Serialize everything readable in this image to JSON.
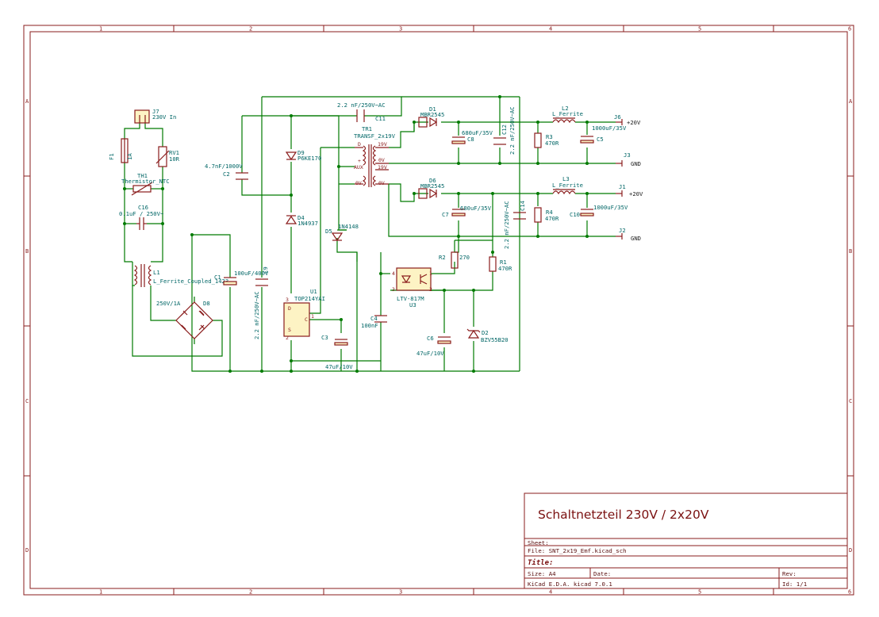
{
  "sheet": {
    "col_labels": [
      "1",
      "2",
      "3",
      "4",
      "5",
      "6"
    ],
    "row_labels": [
      "A",
      "B",
      "C",
      "D"
    ],
    "colors": {
      "frame": "#8a1c1c",
      "wire": "#007a00",
      "text": "#006666"
    }
  },
  "title_block": {
    "title": "Schaltnetzteil 230V / 2x20V",
    "sheet_label": "Sheet:",
    "file_label": "File: SNT_2x19_Emf.kicad_sch",
    "title_label": "Title:",
    "size_label": "Size: A4",
    "date_label": "Date:",
    "rev_label": "Rev:",
    "tool": "KiCad E.D.A.  kicad 7.0.1",
    "id_label": "Id: 1/1"
  },
  "components": {
    "J7": {
      "ref": "J7",
      "value": "230V In"
    },
    "F1": {
      "ref": "F1",
      "value": "1A"
    },
    "RV1": {
      "ref": "RV1",
      "value": "10R"
    },
    "TH1": {
      "ref": "TH1",
      "value": "Thermistor_NTC"
    },
    "C16": {
      "ref": "C16",
      "value": "0.1uF / 250V~"
    },
    "L1": {
      "ref": "L1",
      "value": "L_Ferrite_Coupled_1423"
    },
    "D8": {
      "ref": "D8",
      "value": "250V/1A"
    },
    "C1": {
      "ref": "C1",
      "value": "100uF/400V"
    },
    "C2": {
      "ref": "C2",
      "value": "4.7nF/1000V"
    },
    "C9": {
      "ref": "C9",
      "value": "2.2 nF/250V~AC"
    },
    "C11": {
      "ref": "C11",
      "value": "2.2 nF/250V~AC"
    },
    "D9": {
      "ref": "D9",
      "value": "P6KE170"
    },
    "D4": {
      "ref": "D4",
      "value": "1N4937"
    },
    "D5": {
      "ref": "D5",
      "value": "1N4148"
    },
    "TR1": {
      "ref": "TR1",
      "value": "TRANSF_2x19V"
    },
    "U1": {
      "ref": "U1",
      "value": "TOP214YAI"
    },
    "C3": {
      "ref": "C3",
      "value": "47uF/10V"
    },
    "C4": {
      "ref": "C4",
      "value": "100nF"
    },
    "U3": {
      "ref": "U3",
      "value": "LTV-817M"
    },
    "R2": {
      "ref": "R2",
      "value": "270"
    },
    "R1": {
      "ref": "R1",
      "value": "470R"
    },
    "C6": {
      "ref": "C6",
      "value": "47uF/10V"
    },
    "D2": {
      "ref": "D2",
      "value": "BZV55B20"
    },
    "D1": {
      "ref": "D1",
      "value": "MBR2545"
    },
    "D6": {
      "ref": "D6",
      "value": "MBR2545"
    },
    "C8": {
      "ref": "C8",
      "value": "680uF/35V"
    },
    "C7": {
      "ref": "C7",
      "value": "680uF/35V"
    },
    "C12": {
      "ref": "C12",
      "value": "2.2 nF/250V~AC"
    },
    "C14": {
      "ref": "C14",
      "value": "2.2 nF/250V~AC"
    },
    "R3": {
      "ref": "R3",
      "value": "470R"
    },
    "R4": {
      "ref": "R4",
      "value": "470R"
    },
    "L2": {
      "ref": "L2",
      "value": "L_Ferrite"
    },
    "L3": {
      "ref": "L3",
      "value": "L_Ferrite"
    },
    "C5": {
      "ref": "C5",
      "value": "1000uF/35V"
    },
    "C10": {
      "ref": "C10",
      "value": "1000uF/35V"
    },
    "J6": {
      "ref": "J6"
    },
    "J3": {
      "ref": "J3"
    },
    "J1": {
      "ref": "J1"
    },
    "J2": {
      "ref": "J2"
    }
  },
  "nets": {
    "plus20": "+20V",
    "gnd": "GND"
  },
  "transformer_pins": {
    "d": "D",
    "plus": "+",
    "aux": "AUX",
    "zero_v": "0V",
    "v19": "19V"
  },
  "ic_pins": {
    "d": "D",
    "s": "S",
    "c": "C",
    "one": "1",
    "two": "2",
    "three": "3",
    "four": "4"
  }
}
